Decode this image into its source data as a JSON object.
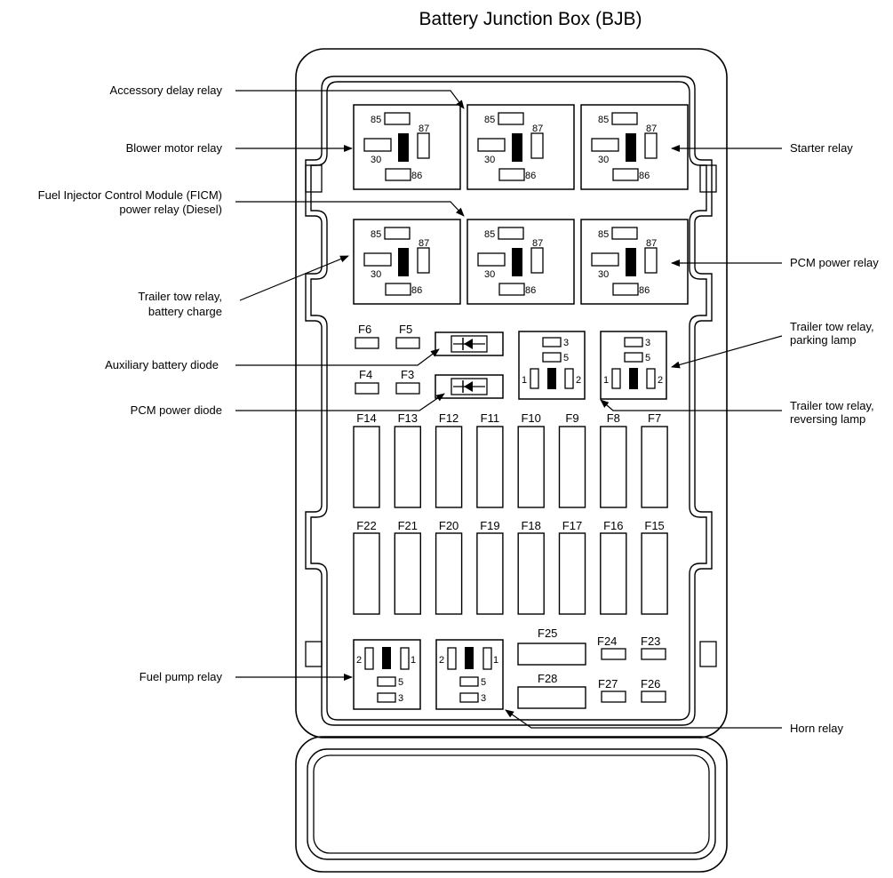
{
  "title": "Battery Junction Box (BJB)",
  "pins": {
    "p85": "85",
    "p86": "86",
    "p87": "87",
    "p30": "30",
    "p1": "1",
    "p2": "2",
    "p3": "3",
    "p5": "5"
  },
  "callouts": {
    "accessory_delay": "Accessory delay relay",
    "blower_motor": "Blower motor relay",
    "ficm_line1": "Fuel Injector Control Module (FICM)",
    "ficm_line2": "power relay (Diesel)",
    "trailer_charge_line1": "Trailer tow relay,",
    "trailer_charge_line2": "battery charge",
    "aux_battery_diode": "Auxiliary battery diode",
    "pcm_power_diode": "PCM power diode",
    "fuel_pump": "Fuel pump relay",
    "starter": "Starter relay",
    "pcm_power_relay": "PCM power relay",
    "trailer_parking_line1": "Trailer tow relay,",
    "trailer_parking_line2": "parking lamp",
    "trailer_reversing_line1": "Trailer tow relay,",
    "trailer_reversing_line2": "reversing lamp",
    "horn": "Horn relay"
  },
  "fuses": {
    "small": [
      "F6",
      "F5",
      "F4",
      "F3"
    ],
    "row1": [
      "F14",
      "F13",
      "F12",
      "F11",
      "F10",
      "F9",
      "F8",
      "F7"
    ],
    "row2": [
      "F22",
      "F21",
      "F20",
      "F19",
      "F18",
      "F17",
      "F16",
      "F15"
    ],
    "f25": "F25",
    "f28": "F28",
    "small_bottom": [
      "F24",
      "F23",
      "F27",
      "F26"
    ]
  }
}
